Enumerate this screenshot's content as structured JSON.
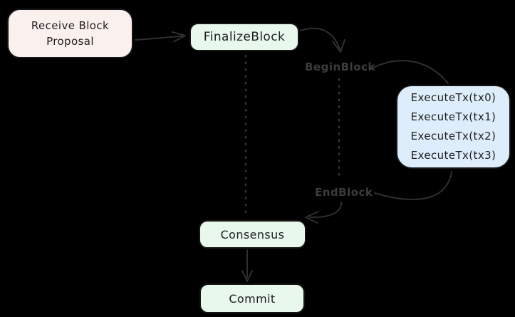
{
  "diagram": {
    "type": "flowchart",
    "background": "#000000",
    "nodes": {
      "receive": {
        "lines": [
          "Receive Block",
          "Proposal"
        ],
        "fill": "#faf0ee"
      },
      "finalize": {
        "label": "FinalizeBlock",
        "fill": "#e8f8ed"
      },
      "execute": {
        "lines": [
          "ExecuteTx(tx0)",
          "ExecuteTx(tx1)",
          "ExecuteTx(tx2)",
          "ExecuteTx(tx3)"
        ],
        "fill": "#ddedfb"
      },
      "consensus": {
        "label": "Consensus",
        "fill": "#e8f8ed"
      },
      "commit": {
        "label": "Commit",
        "fill": "#e8f8ed"
      }
    },
    "phase_labels": {
      "begin": "BeginBlock",
      "end": "EndBlock"
    },
    "edges": [
      {
        "from": "receive",
        "to": "finalize",
        "style": "solid-arrow"
      },
      {
        "from": "finalize",
        "to": "begin-block-label",
        "style": "curved-arrow"
      },
      {
        "from": "finalize",
        "to": "consensus",
        "style": "dotted-line"
      },
      {
        "from": "begin-block-label",
        "to": "execute",
        "style": "curve"
      },
      {
        "from": "begin-block-label",
        "to": "end-block-label",
        "style": "dotted-line"
      },
      {
        "from": "execute",
        "to": "end-block-label",
        "style": "curve"
      },
      {
        "from": "end-block-label",
        "to": "consensus",
        "style": "curved-arrow"
      },
      {
        "from": "consensus",
        "to": "commit",
        "style": "solid-arrow"
      }
    ],
    "colors": {
      "background": "#000000",
      "node_border": "#161616",
      "node_text": "#1e1e1e",
      "pink_fill": "#faf0ee",
      "green_fill": "#e8f8ed",
      "blue_fill": "#ddedfb",
      "arrow_stroke": "#2f2f2f",
      "dotted_stroke": "#3a3a3a",
      "phase_label_text": "#3c3c3c"
    }
  }
}
